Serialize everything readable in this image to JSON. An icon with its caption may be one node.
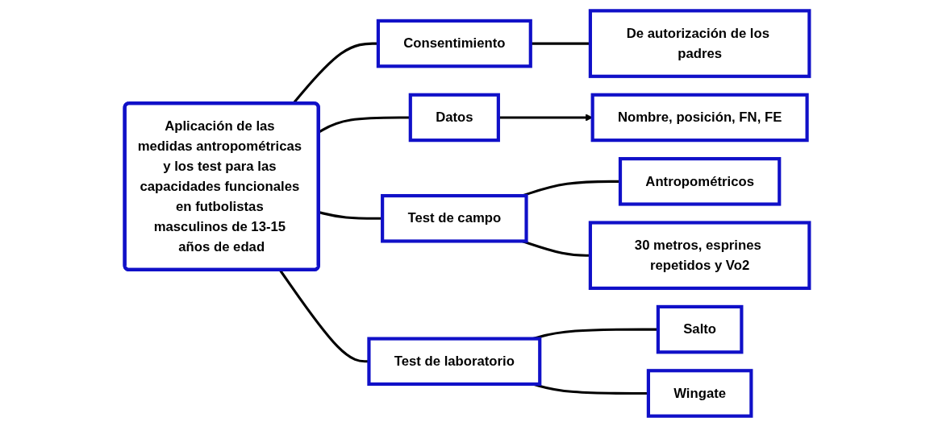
{
  "diagram": {
    "nodes": [
      {
        "text": [
          "Aplicación de las medidas antropométricas y los test para las capacidades funcionales en futbolistas masculinos de 13-15 años de edad"
        ]
      },
      {
        "text": [
          "Consentimiento"
        ]
      },
      {
        "text": [
          "De autorización de los padres"
        ]
      },
      {
        "text": [
          "Datos"
        ]
      },
      {
        "text": [
          "Nombre, posición, FN, FE"
        ]
      },
      {
        "text": [
          "Test de campo"
        ]
      },
      {
        "text": [
          "Antropométricos"
        ]
      },
      {
        "text": [
          "30 metros, esprines repetidos y Vo2"
        ]
      },
      {
        "text": [
          "Test de laboratorio"
        ]
      },
      {
        "text": [
          "Salto"
        ]
      },
      {
        "text": [
          "Wingate"
        ]
      }
    ],
    "edges": [
      {
        "from": 0,
        "to": 1,
        "arrow": "none"
      },
      {
        "from": 0,
        "to": 3,
        "arrow": "none"
      },
      {
        "from": 1,
        "to": 2,
        "arrow": "none"
      },
      {
        "from": 3,
        "to": 4,
        "arrow": "to"
      },
      {
        "from": 0,
        "to": 5,
        "arrow": "none"
      },
      {
        "from": 0,
        "to": 8,
        "arrow": "none"
      },
      {
        "from": 5,
        "to": 6,
        "arrow": "none"
      },
      {
        "from": 5,
        "to": 7,
        "arrow": "none"
      },
      {
        "from": 8,
        "to": 9,
        "arrow": "none"
      },
      {
        "from": 8,
        "to": 10,
        "arrow": "none"
      }
    ]
  }
}
